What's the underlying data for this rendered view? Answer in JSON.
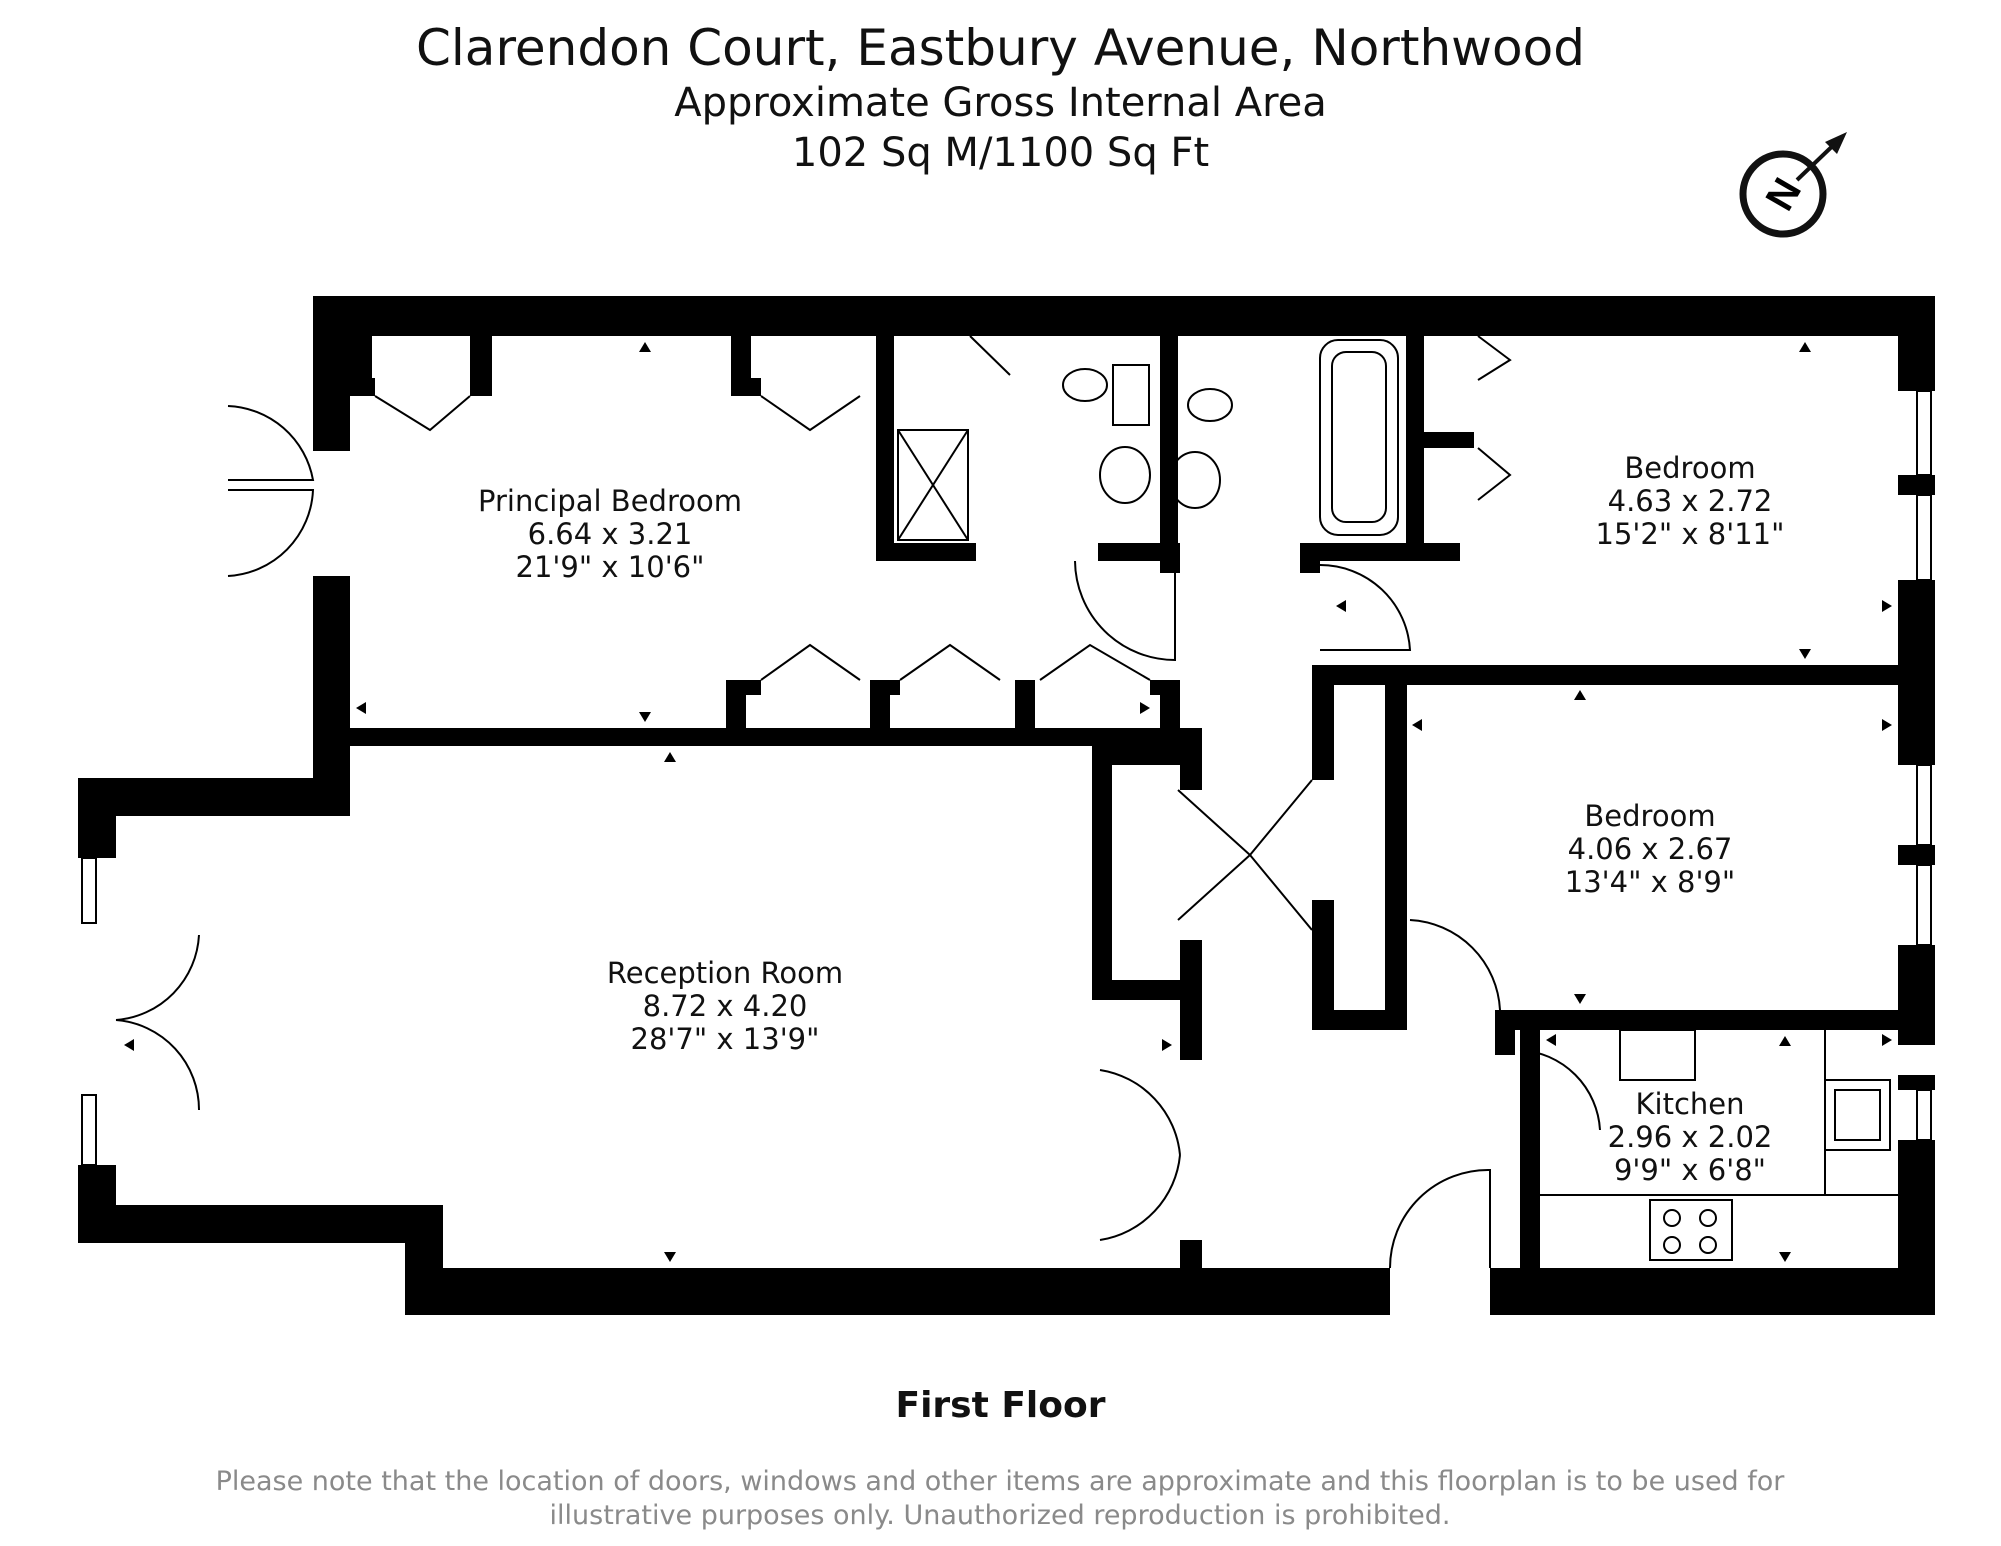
{
  "header": {
    "title": "Clarendon Court, Eastbury Avenue, Northwood",
    "subtitle": "Approximate Gross Internal Area",
    "area": "102 Sq M/1100 Sq Ft"
  },
  "compass": {
    "letter": "N"
  },
  "rooms": {
    "principal_bedroom": {
      "name": "Principal Bedroom",
      "metric": "6.64 x 3.21",
      "imperial": "21'9\" x 10'6\""
    },
    "bedroom_1": {
      "name": "Bedroom",
      "metric": "4.63 x 2.72",
      "imperial": "15'2\" x 8'11\""
    },
    "bedroom_2": {
      "name": "Bedroom",
      "metric": "4.06 x 2.67",
      "imperial": "13'4\" x 8'9\""
    },
    "reception": {
      "name": "Reception Room",
      "metric": "8.72 x 4.20",
      "imperial": "28'7\" x 13'9\""
    },
    "kitchen": {
      "name": "Kitchen",
      "metric": "2.96 x 2.02",
      "imperial": "9'9\" x 6'8\""
    }
  },
  "floor_label": "First Floor",
  "disclaimer": "Please note that the location of doors, windows and other items are approximate and this floorplan is to be used for illustrative purposes only. Unauthorized reproduction is prohibited."
}
